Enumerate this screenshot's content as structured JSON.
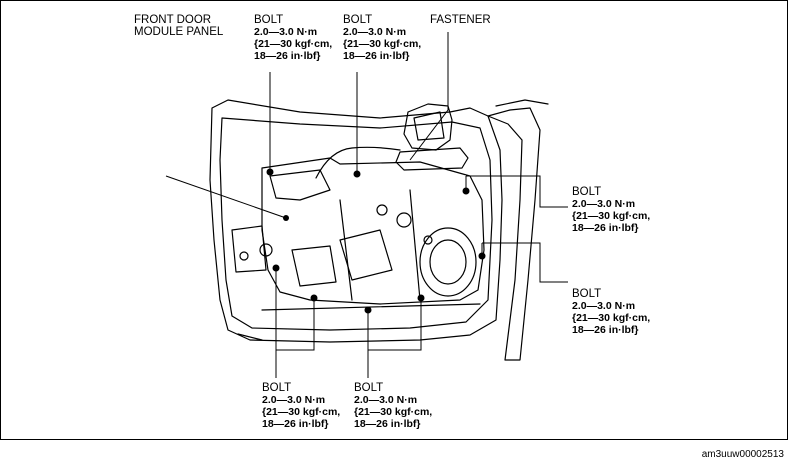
{
  "labels": {
    "module_panel": {
      "line1": "FRONT DOOR",
      "line2": "MODULE PANEL"
    },
    "fastener": "FASTENER",
    "bolt_title": "BOLT",
    "spec1": "2.0—3.0 N·m",
    "spec2": "{21—30 kgf·cm,",
    "spec3": "18—26 in·lbf}"
  },
  "reference_code": "am3uuw00002513"
}
